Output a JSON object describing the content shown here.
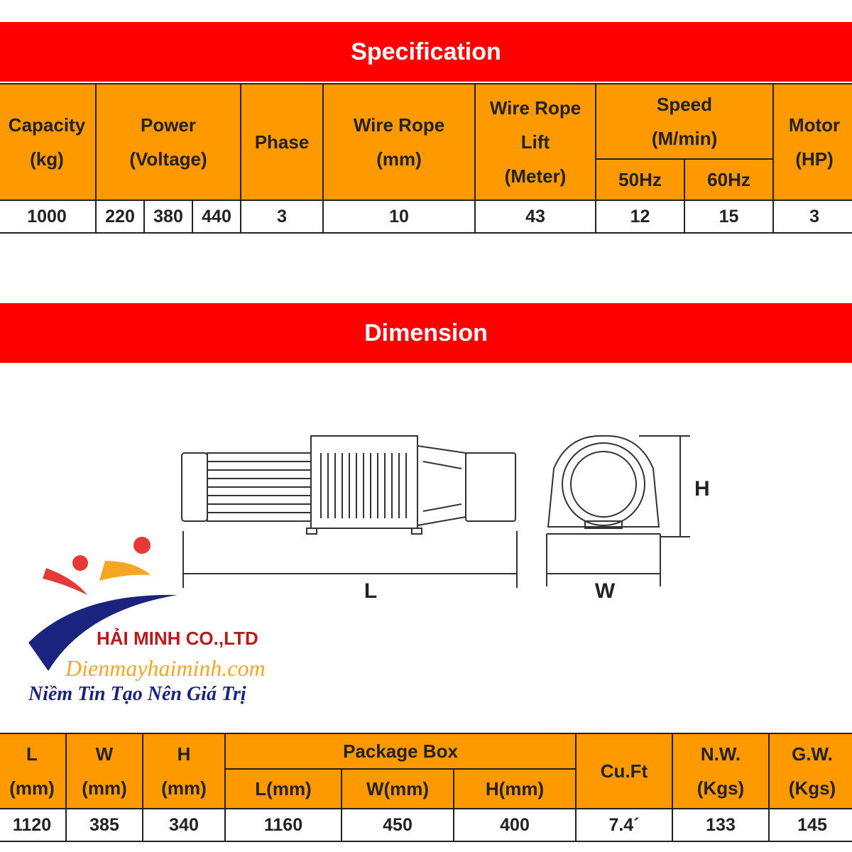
{
  "specification": {
    "title": "Specification",
    "headers": {
      "capacity": [
        "Capacity",
        "(kg)"
      ],
      "power": [
        "Power",
        "(Voltage)"
      ],
      "phase": "Phase",
      "wire_rope": [
        "Wire Rope",
        "(mm)"
      ],
      "lift": [
        "Wire Rope",
        "Lift",
        "(Meter)"
      ],
      "speed": [
        "Speed",
        "(M/min)"
      ],
      "speed_50": "50Hz",
      "speed_60": "60Hz",
      "motor": [
        "Motor",
        "(HP)"
      ]
    },
    "values": {
      "capacity": "1000",
      "power": [
        "220",
        "380",
        "440"
      ],
      "phase": "3",
      "wire_rope": "10",
      "lift": "43",
      "speed_50": "12",
      "speed_60": "15",
      "motor": "3"
    }
  },
  "dimension": {
    "title": "Dimension",
    "diagram_labels": {
      "length": "L",
      "width": "W",
      "height": "H"
    },
    "headers": {
      "l": [
        "L",
        "(mm)"
      ],
      "w": [
        "W",
        "(mm)"
      ],
      "h": [
        "H",
        "(mm)"
      ],
      "package_box": "Package Box",
      "pb_l": "L(mm)",
      "pb_w": "W(mm)",
      "pb_h": "H(mm)",
      "cuft": "Cu.Ft",
      "nw": [
        "N.W.",
        "(Kgs)"
      ],
      "gw": [
        "G.W.",
        "(Kgs)"
      ]
    },
    "values": {
      "l": "1120",
      "w": "385",
      "h": "340",
      "pb_l": "1160",
      "pb_w": "450",
      "pb_h": "400",
      "cuft": "7.4´",
      "nw": "133",
      "gw": "145"
    }
  },
  "logo": {
    "company": "HẢI MINH CO.,LTD",
    "website": "Dienmayhaiminh.com",
    "slogan": "Niềm Tin Tạo Nên Giá Trị"
  },
  "colors": {
    "banner": "#ff0000",
    "header_cell": "#ff9900",
    "logo_blue": "#1a237e",
    "logo_red": "#e53935",
    "logo_orange": "#f5a623"
  }
}
